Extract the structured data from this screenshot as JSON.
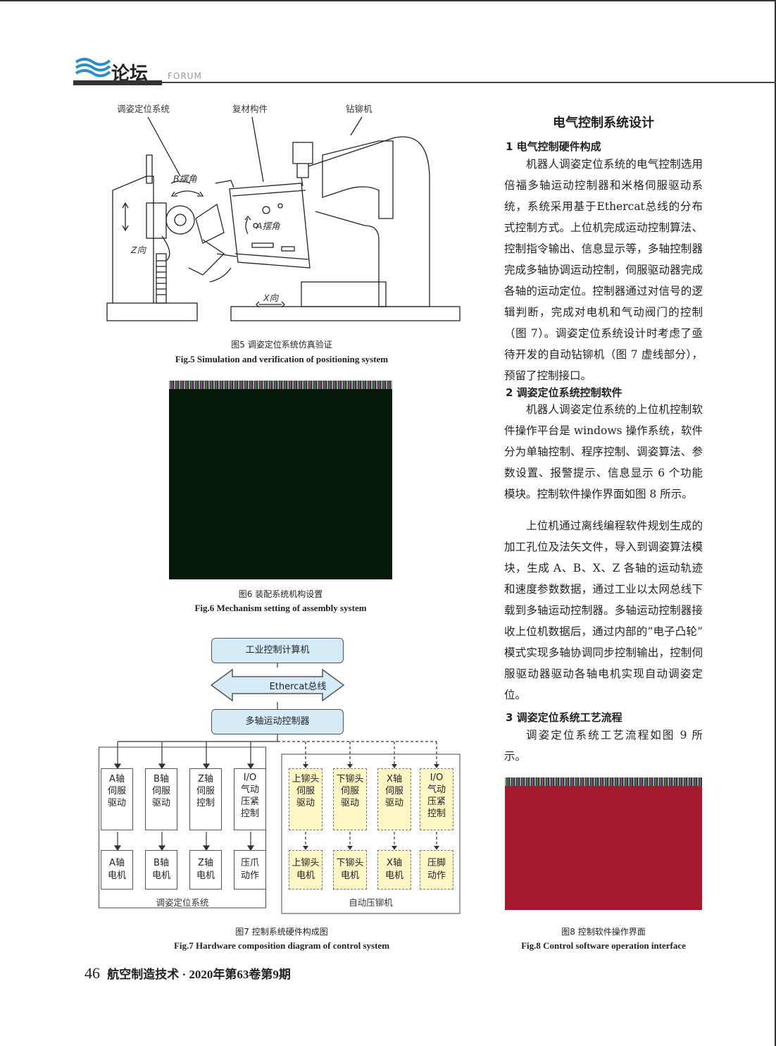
{
  "header": {
    "logo_text": "论坛",
    "forum_text": "FORUM"
  },
  "fig5": {
    "labels": {
      "positioning_system": "调姿定位系统",
      "composite_part": "复材构件",
      "drill_rivet": "钻铆机",
      "b_angle": "B摆角",
      "a_angle": "A摆角",
      "z_dir": "Z向",
      "x_dir": "X向"
    },
    "caption_cn": "图5   调姿定位系统仿真验证",
    "caption_en": "Fig.5   Simulation and verification of positioning system"
  },
  "fig6": {
    "caption_cn": "图6   装配系统机构设置",
    "caption_en": "Fig.6   Mechanism setting of assembly system",
    "fill_color": "#051a08"
  },
  "fig7": {
    "ipc": "工业控制计算机",
    "bus": "Ethercat总线",
    "mac": "多轴运动控制器",
    "left_top": [
      "A轴\n伺服\n驱动",
      "B轴\n伺服\n驱动",
      "Z轴\n伺服\n控制",
      "I/O\n气动\n压紧\n控制"
    ],
    "left_bottom": [
      "A轴\n电机",
      "B轴\n电机",
      "Z轴\n电机",
      "压爪\n动作"
    ],
    "right_top": [
      "上铆头\n伺服\n驱动",
      "下铆头\n伺服\n驱动",
      "X轴\n伺服\n驱动",
      "I/O\n气动\n压紧\n控制"
    ],
    "right_bottom": [
      "上铆头\n电机",
      "下铆头\n电机",
      "X轴\n电机",
      "压脚\n动作"
    ],
    "left_group": "调姿定位系统",
    "right_group": "自动压铆机",
    "caption_cn": "图7   控制系统硬件构成图",
    "caption_en": "Fig.7   Hardware composition diagram of control system"
  },
  "fig8": {
    "caption_cn": "图8   控制软件操作界面",
    "caption_en": "Fig.8   Control software operation interface",
    "fill_color": "#a51a2e"
  },
  "text": {
    "section_title": "电气控制系统设计",
    "h1": "1   电气控制硬件构成",
    "p1": "机器人调姿定位系统的电气控制选用倍福多轴运动控制器和米格伺服驱动系统，系统采用基于Ethercat总线的分布式控制方式。上位机完成运动控制算法、控制指令输出、信息显示等，多轴控制器完成多轴协调运动控制，伺服驱动器完成各轴的运动定位。控制器通过对信号的逻辑判断，完成对电机和气动阀门的控制（图 7）。调姿定位系统设计时考虑了亟待开发的自动钻铆机（图 7 虚线部分），预留了控制接口。",
    "h2": "2   调姿定位系统控制软件",
    "p2": "机器人调姿定位系统的上位机控制软件操作平台是 windows 操作系统，软件分为单轴控制、程序控制、调姿算法、参数设置、报警提示、信息显示 6 个功能模块。控制软件操作界面如图 8 所示。",
    "p3": "上位机通过离线编程软件规划生成的加工孔位及法矢文件，导入到调姿算法模块，生成 A、B、X、Z 各轴的运动轨迹和速度参数数据，通过工业以太网总线下载到多轴运动控制器。多轴运动控制器接收上位机数据后，通过内部的“电子凸轮” 模式实现多轴协调同步控制输出，控制伺服驱动器驱动各轴电机实现自动调姿定位。",
    "h3": "3   调姿定位系统工艺流程",
    "p4": "调姿定位系统工艺流程如图 9 所示。"
  },
  "footer": {
    "page_number": "46",
    "journal": "航空制造技术 · 2020年第63卷第9期"
  }
}
